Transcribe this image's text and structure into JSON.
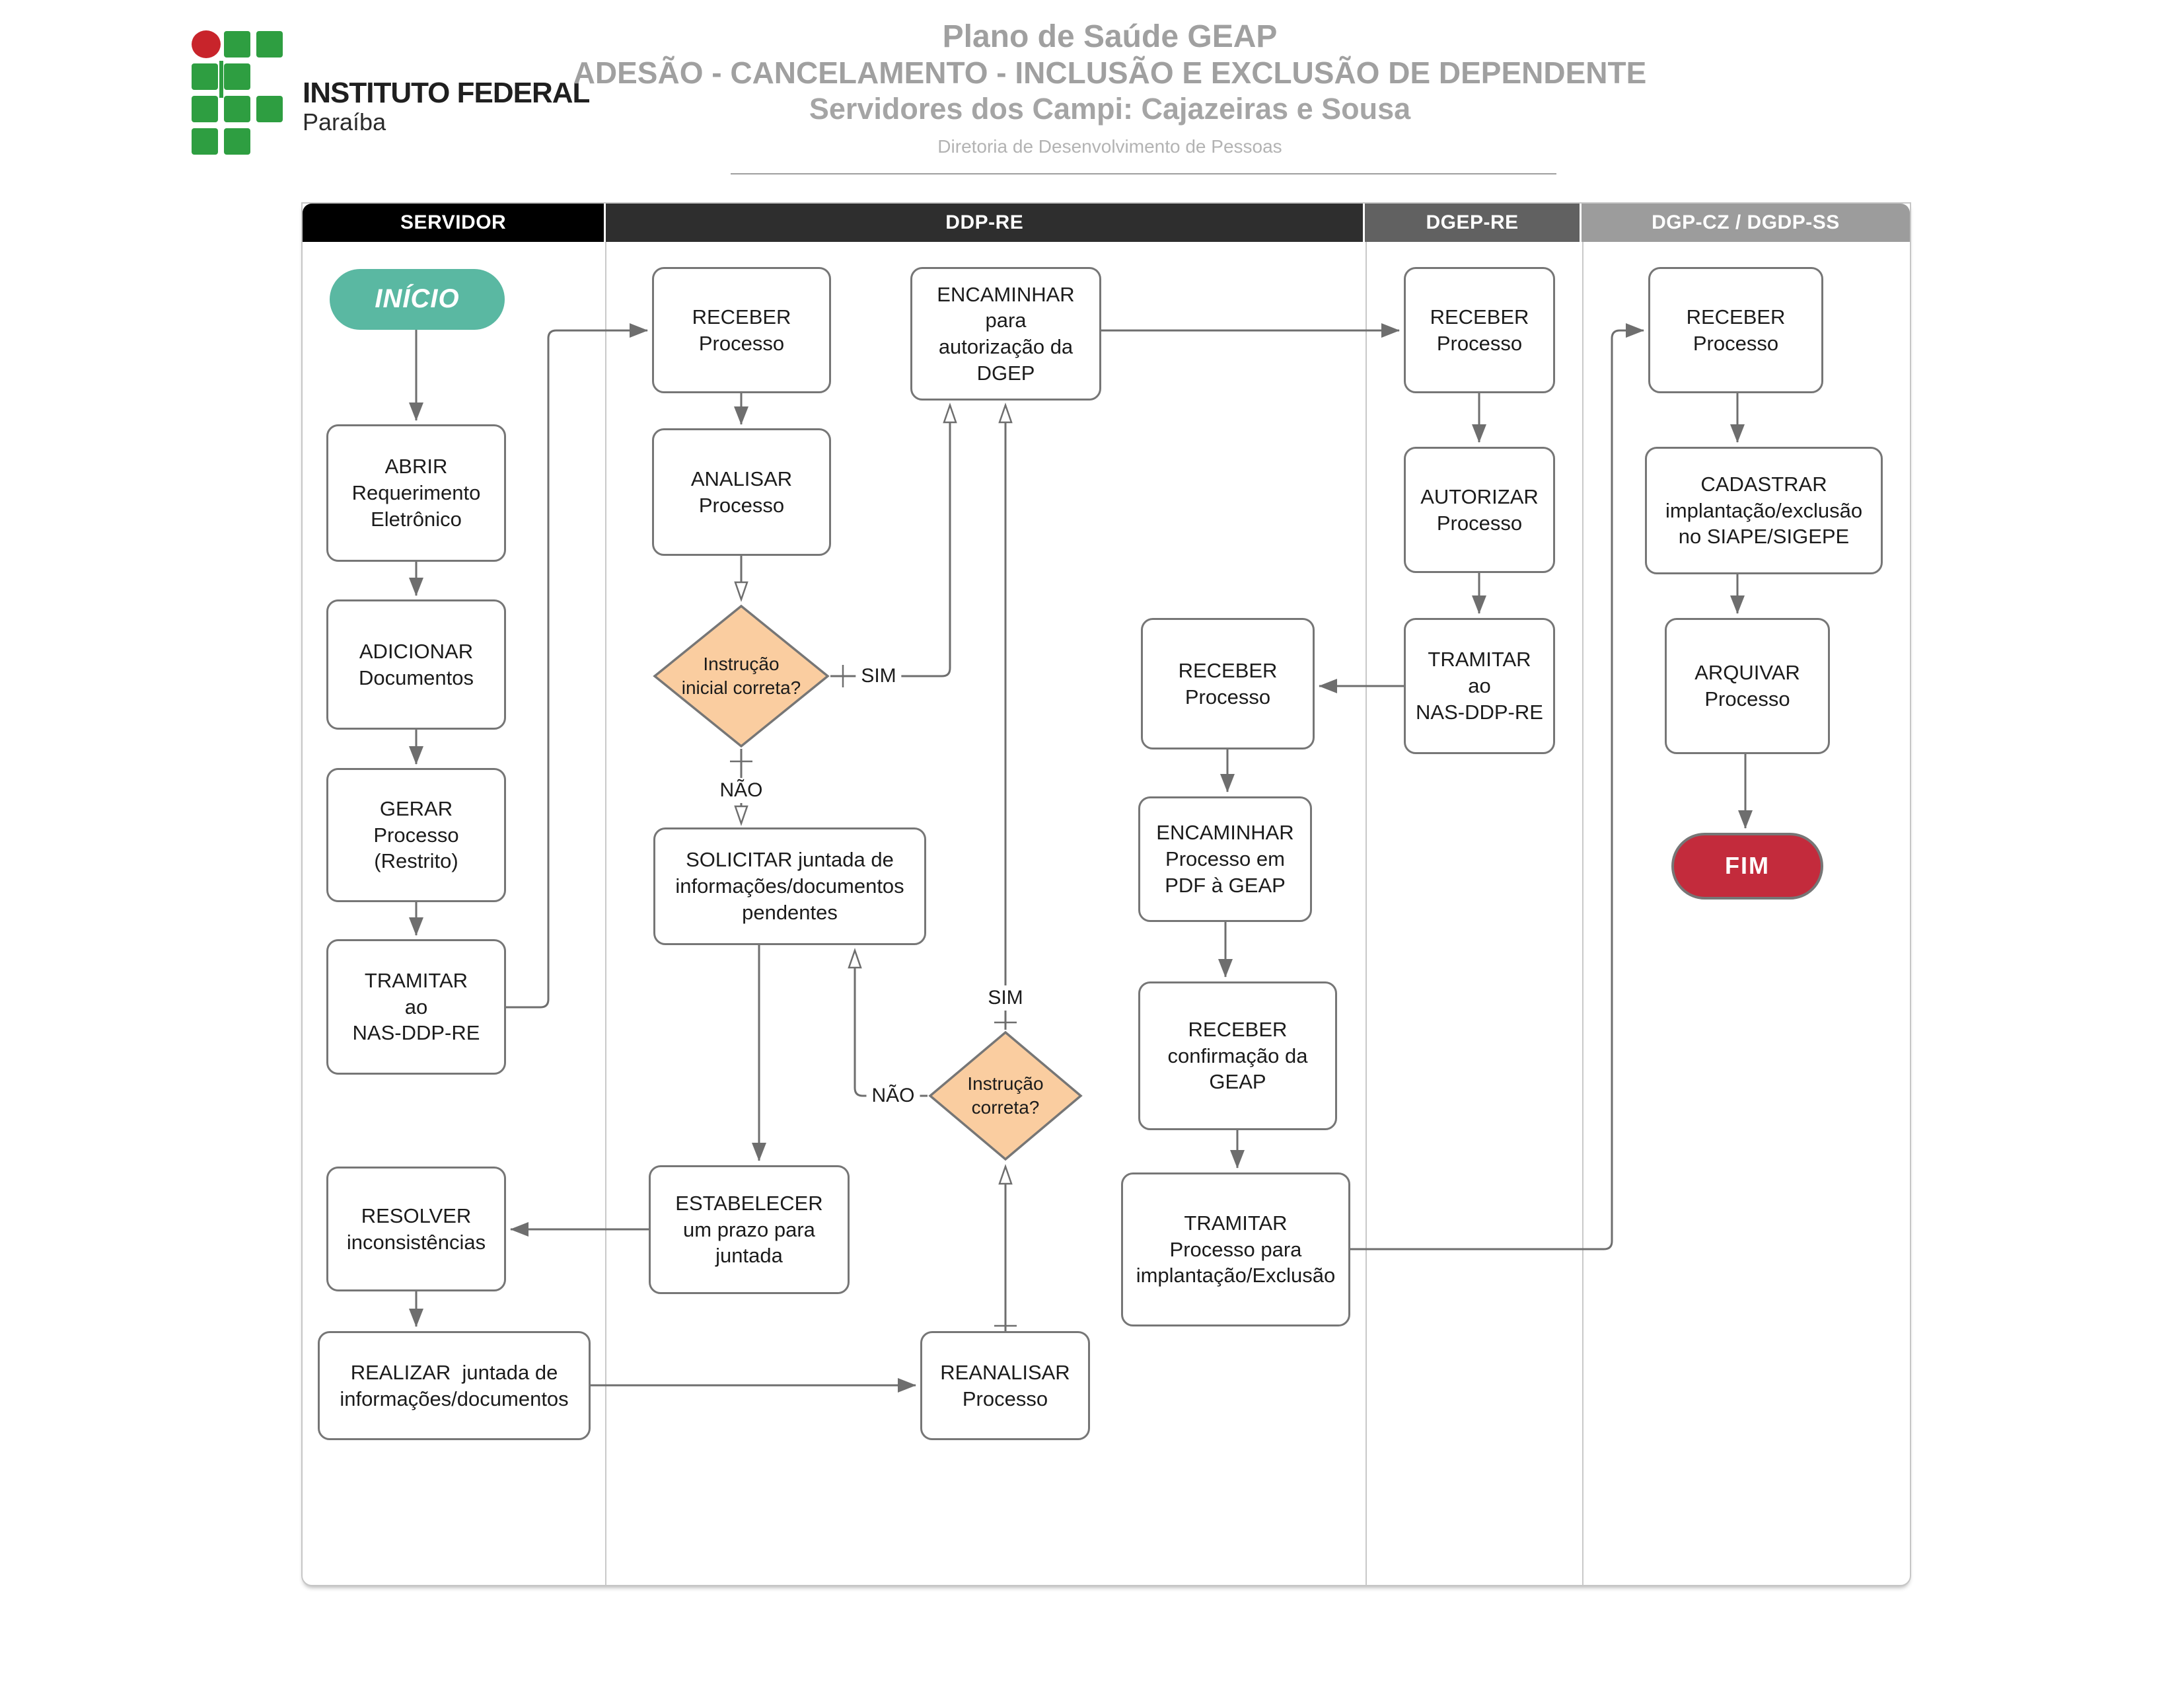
{
  "header": {
    "logo": {
      "institution": "INSTITUTO FEDERAL",
      "unit": "Paraíba"
    },
    "title1": "Plano de Saúde GEAP",
    "title2": "ADESÃO - CANCELAMENTO - INCLUSÃO E EXCLUSÃO DE DEPENDENTE",
    "title3": "Servidores dos Campi: Cajazeiras e Sousa",
    "subtitle": "Diretoria de Desenvolvimento de Pessoas"
  },
  "lanes": [
    {
      "label": "SERVIDOR",
      "color": "#000000"
    },
    {
      "label": "DDP-RE",
      "color": "#2E2E2E"
    },
    {
      "label": "DGEP-RE",
      "color": "#616161"
    },
    {
      "label": "DGP-CZ / DGDP-SS",
      "color": "#9C9C9C"
    }
  ],
  "nodes": {
    "inicio": {
      "type": "start",
      "lane": "SERVIDOR",
      "label": "INÍCIO"
    },
    "abrir": {
      "type": "process",
      "lane": "SERVIDOR",
      "label": "ABRIR\nRequerimento\nEletrônico"
    },
    "adicionar": {
      "type": "process",
      "lane": "SERVIDOR",
      "label": "ADICIONAR\nDocumentos"
    },
    "gerar": {
      "type": "process",
      "lane": "SERVIDOR",
      "label": "GERAR\nProcesso\n(Restrito)"
    },
    "tramitar_nas": {
      "type": "process",
      "lane": "SERVIDOR",
      "label": "TRAMITAR\nao\nNAS-DDP-RE"
    },
    "resolver": {
      "type": "process",
      "lane": "SERVIDOR",
      "label": "RESOLVER\ninconsistências"
    },
    "realizar": {
      "type": "process",
      "lane": "SERVIDOR",
      "label": "REALIZAR  juntada de\ninformações/documentos"
    },
    "receber_ddp": {
      "type": "process",
      "lane": "DDP-RE",
      "label": "RECEBER\nProcesso"
    },
    "analisar": {
      "type": "process",
      "lane": "DDP-RE",
      "label": "ANALISAR\nProcesso"
    },
    "instrucao_inicial": {
      "type": "decision",
      "lane": "DDP-RE",
      "label": "Instrução\ninicial correta?"
    },
    "solicitar": {
      "type": "process",
      "lane": "DDP-RE",
      "label": "SOLICITAR juntada de\ninformações/documentos\npendentes"
    },
    "estabelecer": {
      "type": "process",
      "lane": "DDP-RE",
      "label": "ESTABELECER\num prazo para\njuntada"
    },
    "instrucao_correta": {
      "type": "decision",
      "lane": "DDP-RE",
      "label": "Instrução\ncorreta?"
    },
    "reanalisar": {
      "type": "process",
      "lane": "DDP-RE",
      "label": "REANALISAR\nProcesso"
    },
    "encaminhar_dgep": {
      "type": "process",
      "lane": "DDP-RE",
      "label": "ENCAMINHAR\npara\nautorização da\nDGEP"
    },
    "receber_ddp2": {
      "type": "process",
      "lane": "DDP-RE",
      "label": "RECEBER\nProcesso"
    },
    "encaminhar_pdf": {
      "type": "process",
      "lane": "DDP-RE",
      "label": "ENCAMINHAR\nProcesso em\nPDF à GEAP"
    },
    "receber_confirmacao": {
      "type": "process",
      "lane": "DDP-RE",
      "label": "RECEBER\nconfirmação da\nGEAP"
    },
    "tramitar_implantacao": {
      "type": "process",
      "lane": "DDP-RE",
      "label": "TRAMITAR\nProcesso para\nimplantação/Exclusão"
    },
    "receber_dgep": {
      "type": "process",
      "lane": "DGEP-RE",
      "label": "RECEBER\nProcesso"
    },
    "autorizar": {
      "type": "process",
      "lane": "DGEP-RE",
      "label": "AUTORIZAR\nProcesso"
    },
    "tramitar_nas_dgep": {
      "type": "process",
      "lane": "DGEP-RE",
      "label": "TRAMITAR\nao\nNAS-DDP-RE"
    },
    "receber_dgp": {
      "type": "process",
      "lane": "DGP-CZ / DGDP-SS",
      "label": "RECEBER\nProcesso"
    },
    "cadastrar": {
      "type": "process",
      "lane": "DGP-CZ / DGDP-SS",
      "label": "CADASTRAR\nimplantação/exclusão\nno SIAPE/SIGEPE"
    },
    "arquivar": {
      "type": "process",
      "lane": "DGP-CZ / DGDP-SS",
      "label": "ARQUIVAR\nProcesso"
    },
    "fim": {
      "type": "end",
      "lane": "DGP-CZ / DGDP-SS",
      "label": "FIM"
    }
  },
  "edge_labels": {
    "sim1": "SIM",
    "nao1": "NÃO",
    "sim2": "SIM",
    "nao2": "NÃO"
  },
  "colors": {
    "start": "#5AB8A2",
    "end": "#C32B3C",
    "decision_fill": "#FACDA0",
    "node_border": "#767676",
    "arrow": "#6E6E6E",
    "logo_green": "#2E9E41",
    "logo_red": "#C8242B",
    "title_gray": "#A0A0A0"
  }
}
